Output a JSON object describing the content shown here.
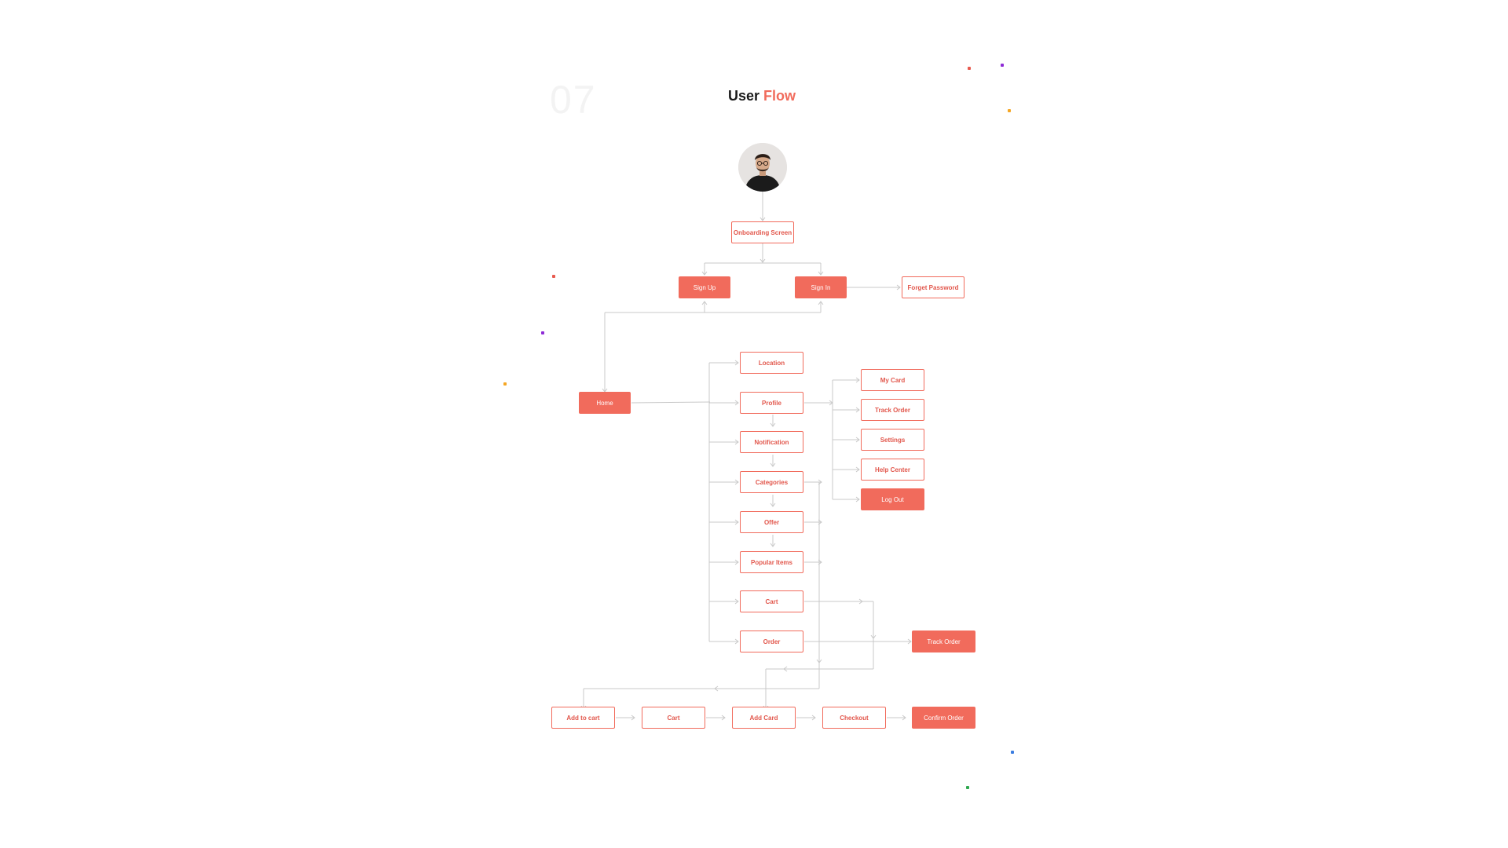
{
  "header": {
    "section_number": "07",
    "title_main": "User",
    "title_accent": "Flow"
  },
  "nodes": {
    "onboarding": "Onboarding Screen",
    "sign_up": "Sign Up",
    "sign_in": "Sign In",
    "forget_password": "Forget Password",
    "home": "Home",
    "location": "Location",
    "profile": "Profile",
    "notification": "Notification",
    "categories": "Categories",
    "offer": "Offer",
    "popular_items": "Popular Items",
    "cart": "Cart",
    "order": "Order",
    "my_card": "My Card",
    "track_order_profile": "Track Order",
    "settings": "Settings",
    "help_center": "Help Center",
    "log_out": "Log Out",
    "track_order": "Track Order",
    "add_to_cart": "Add to cart",
    "cart_bottom": "Cart",
    "add_card": "Add Card",
    "checkout": "Checkout",
    "confirm_order": "Confirm Order"
  },
  "colors": {
    "accent": "#f16b5c",
    "connector": "#c9c9c9",
    "section_number": "#f3f3f3"
  },
  "decorative_dots": [
    "#e85a4f",
    "#8e2bd6",
    "#f5a623",
    "#e85a4f",
    "#8e2bd6",
    "#f5a623",
    "#3b7de0",
    "#2fa84f"
  ]
}
